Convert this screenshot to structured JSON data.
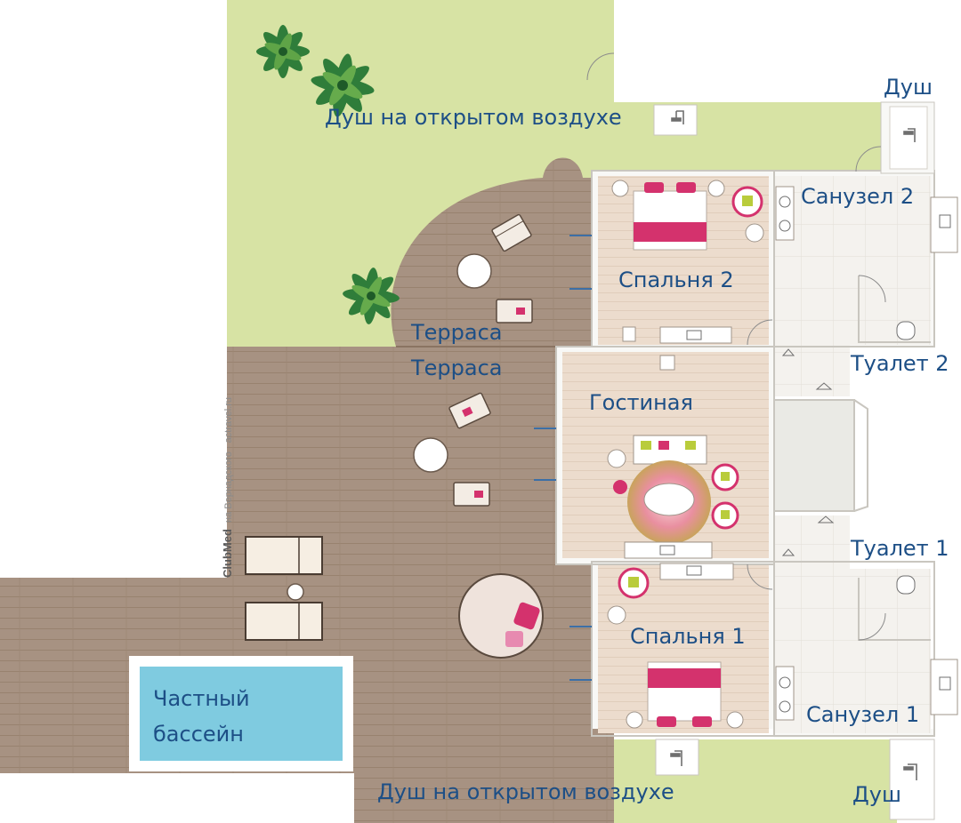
{
  "labels": {
    "outdoor_shower_top": "Душ на открытом воздухе",
    "shower_top": "Душ",
    "bathroom_2": "Санузел 2",
    "bedroom_2": "Спальня 2",
    "terrace_upper": "Терраса",
    "terrace_lower": "Терраса",
    "toilet_2": "Туалет 2",
    "living_room": "Гостиная",
    "toilet_1": "Туалет 1",
    "bedroom_1": "Спальня 1",
    "pool_line1": "Частный",
    "pool_line2": "бассейн",
    "bathroom_1": "Санузел 1",
    "outdoor_shower_bottom": "Душ на открытом воздухе",
    "shower_bottom": "Душ"
  },
  "watermark": {
    "brand": "ClubMed",
    "text": "на Вернадского · actravel.ru"
  },
  "colors": {
    "lawn": "#d7e3a4",
    "deck": "#a79282",
    "deck_dark": "#9a8474",
    "floor": "#ecdccd",
    "bath_floor": "#f4f2ee",
    "wall": "#f8f8f6",
    "pool": "#7fcbe0",
    "label": "#1d4f86",
    "accent_pink": "#d4326d",
    "accent_green": "#b9cc3b"
  },
  "icons": [
    "palm-tree-icon",
    "shower-icon",
    "bed-icon",
    "sofa-icon",
    "sun-lounger-icon",
    "round-table-icon",
    "armchair-icon",
    "sink-icon",
    "toilet-icon",
    "bathtub-icon",
    "hanger-icon",
    "desk-icon",
    "tv-icon",
    "daybed-icon",
    "door-swing-icon"
  ]
}
